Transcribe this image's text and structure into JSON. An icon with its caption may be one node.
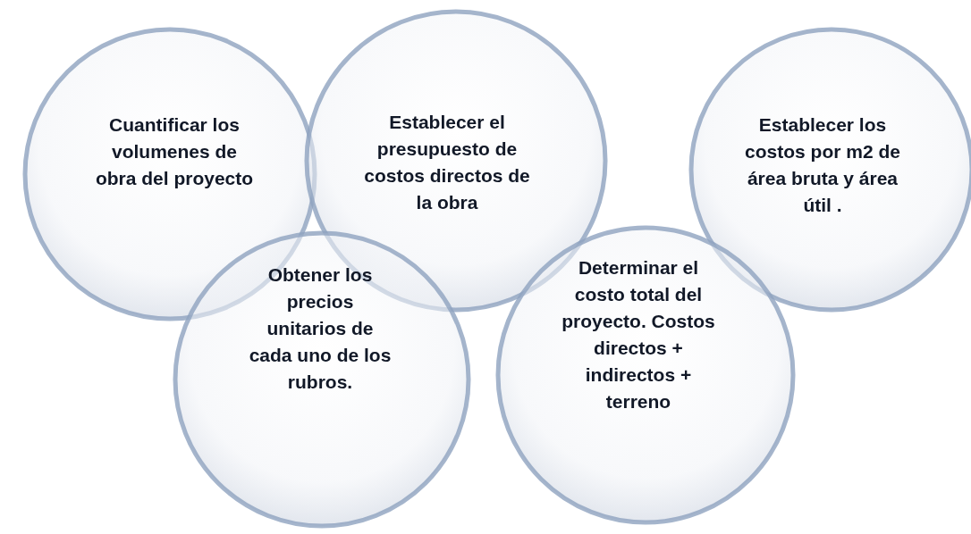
{
  "diagram": {
    "nodes": [
      {
        "text": [
          "Cuantificar los volumenes de obra del proyecto"
        ]
      },
      {
        "text": [
          "Establecer el presupuesto de costos directos de la obra"
        ]
      },
      {
        "text": [
          "Establecer los costos por m2 de área bruta y área útil ."
        ]
      },
      {
        "text": [
          "Obtener los precios unitarios de cada uno de los rubros."
        ]
      },
      {
        "text": [
          "Determinar el costo total del proyecto. Costos directos + indirectos + terreno"
        ]
      }
    ]
  }
}
